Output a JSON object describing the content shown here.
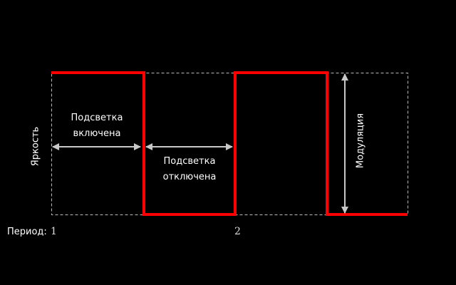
{
  "labels": {
    "on": "Подсветка включена",
    "on_line1": "Подсветка",
    "on_line2": "включена",
    "off_line1": "Подсветка",
    "off_line2": "отключена",
    "brightness": "Яркость",
    "modulation": "Модуляция",
    "period": "Период:",
    "period_1": "1",
    "period_2": "2"
  },
  "colors": {
    "signal": "#ff0000",
    "arrow": "#c8c8c8",
    "guide": "#bbbbbb"
  }
}
